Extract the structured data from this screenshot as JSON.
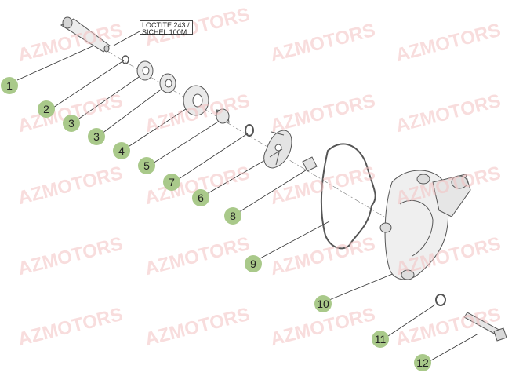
{
  "watermark_text": "AZMOTORS",
  "note": {
    "line1": "LOCTITE 243 /",
    "line2": "SICHEL 100M"
  },
  "callouts": {
    "c1": "1",
    "c2": "2",
    "c3a": "3",
    "c3b": "3",
    "c4": "4",
    "c5": "5",
    "c6": "6",
    "c7": "7",
    "c8": "8",
    "c9": "9",
    "c10": "10",
    "c11": "11",
    "c12": "12"
  },
  "colors": {
    "callout_fill": "#a9c98a",
    "watermark": "#f4c2c2",
    "line": "#333333"
  }
}
